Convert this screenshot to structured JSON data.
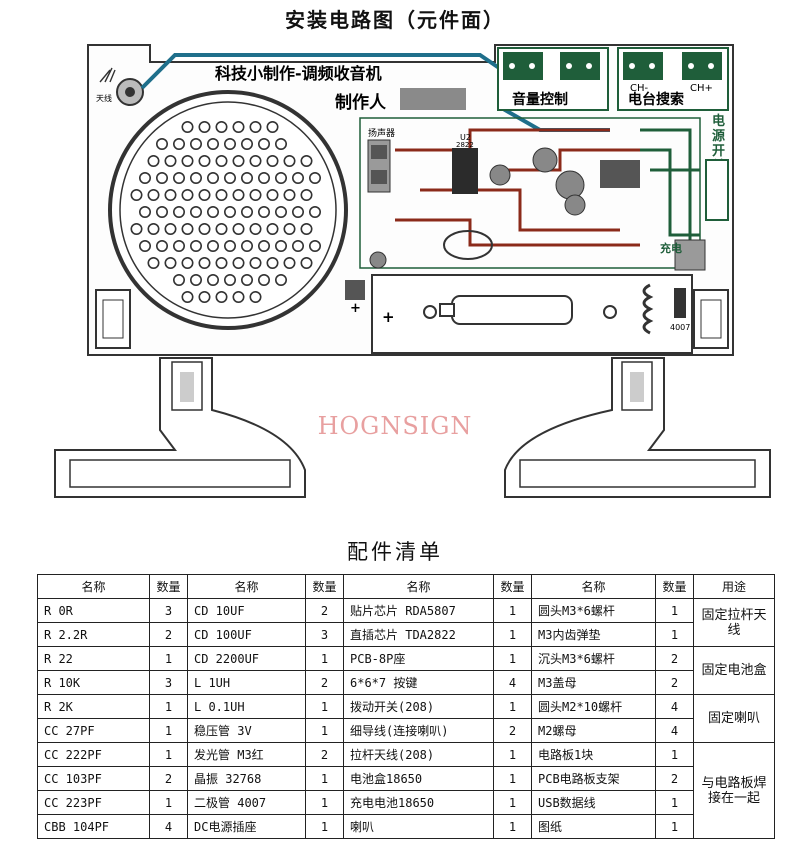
{
  "title": "安装电路图（元件面）",
  "board": {
    "name": "科技小制作-调频收音机",
    "maker": "制作人",
    "antenna": "天线",
    "speaker": "扬声器",
    "volume": "音量控制",
    "tuning": "电台搜索",
    "tuning_tags": [
      "CH-",
      "CH+"
    ],
    "power_switch": "电源开关",
    "charge": "充电",
    "chip_label": "U2",
    "chip_code": "2822",
    "diode_label": "4007",
    "plus_1": "+",
    "plus_2": "+"
  },
  "watermark": "HOGNSIGN",
  "bom": {
    "title": "配件清单",
    "headers": [
      "名称",
      "数量",
      "名称",
      "数量",
      "名称",
      "数量",
      "名称",
      "数量",
      "用途"
    ],
    "rows": [
      [
        "R  0R",
        "3",
        "CD  10UF",
        "2",
        "贴片芯片 RDA5807",
        "1",
        "圆头M3*6螺杆",
        "1"
      ],
      [
        "R  2.2R",
        "2",
        "CD  100UF",
        "3",
        "直插芯片 TDA2822",
        "1",
        "M3内齿弹垫",
        "1"
      ],
      [
        "R  22",
        "1",
        "CD  2200UF",
        "1",
        "PCB-8P座",
        "1",
        "沉头M3*6螺杆",
        "2"
      ],
      [
        "R  10K",
        "3",
        "L  1UH",
        "2",
        "6*6*7  按键",
        "4",
        "M3盖母",
        "2"
      ],
      [
        "R  2K",
        "1",
        "L  0.1UH",
        "1",
        "拨动开关(208)",
        "1",
        "圆头M2*10螺杆",
        "4"
      ],
      [
        "CC  27PF",
        "1",
        "稳压管 3V",
        "1",
        "细导线(连接喇叭)",
        "2",
        "M2螺母",
        "4"
      ],
      [
        "CC  222PF",
        "1",
        "发光管  M3红",
        "2",
        "拉杆天线(208)",
        "1",
        "电路板1块",
        "1"
      ],
      [
        "CC  103PF",
        "2",
        "晶振  32768",
        "1",
        "电池盒18650",
        "1",
        "PCB电路板支架",
        "2"
      ],
      [
        "CC  223PF",
        "1",
        "二极管  4007",
        "1",
        "充电电池18650",
        "1",
        "USB数据线",
        "1"
      ],
      [
        "CBB  104PF",
        "4",
        "DC电源插座",
        "1",
        "喇叭",
        "1",
        "图纸",
        "1"
      ]
    ],
    "uses": [
      "固定拉杆天线",
      "固定电池盒",
      "固定喇叭",
      "与电路板焊接在一起"
    ]
  },
  "colors": {
    "pcb_green": "#1f5e3a",
    "trace_red": "#8b2a1a",
    "trace_blue": "#1f6f8b",
    "watermark": "#e8a0a0"
  }
}
